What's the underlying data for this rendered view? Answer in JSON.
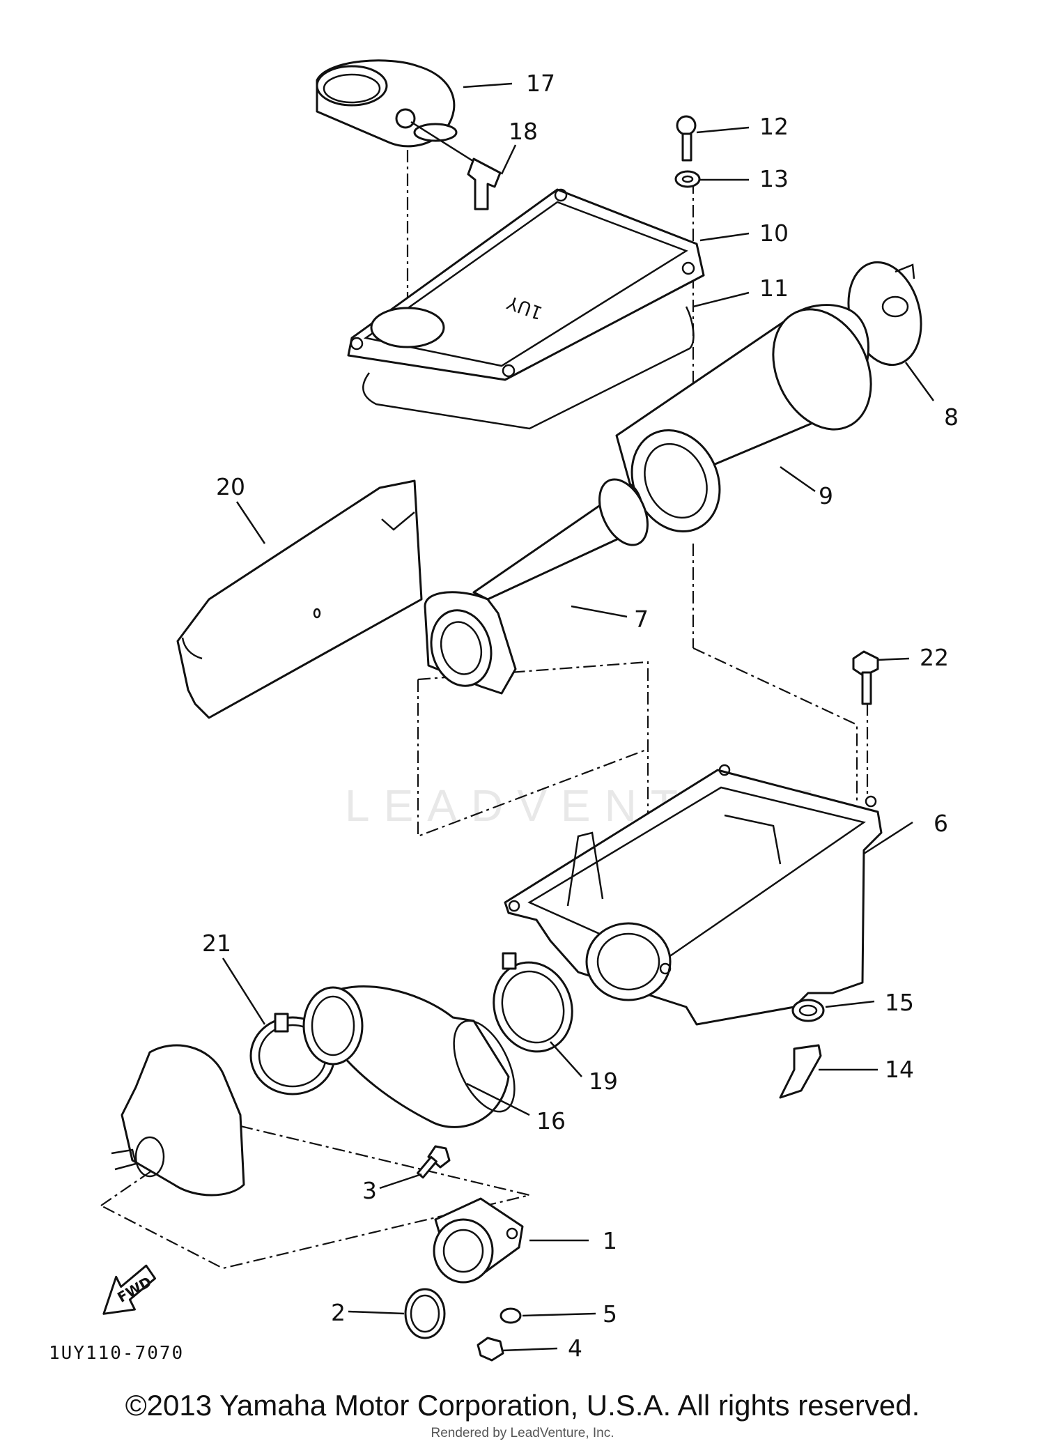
{
  "diagram": {
    "callouts": {
      "c1": "1",
      "c2": "2",
      "c3": "3",
      "c4": "4",
      "c5": "5",
      "c6": "6",
      "c7": "7",
      "c8": "8",
      "c9": "9",
      "c10": "10",
      "c11": "11",
      "c12": "12",
      "c13": "13",
      "c14": "14",
      "c15": "15",
      "c16": "16",
      "c17": "17",
      "c18": "18",
      "c19": "19",
      "c20": "20",
      "c21": "21",
      "c22": "22"
    },
    "cover_stamp": "1UY",
    "fwd_label": "FWD",
    "diagram_code": "1UY110-7070",
    "watermark": "LEADVENTURE"
  },
  "footer": {
    "copyright": "©2013 Yamaha Motor Corporation, U.S.A. All rights reserved.",
    "rendered_by": "Rendered by LeadVenture, Inc."
  }
}
